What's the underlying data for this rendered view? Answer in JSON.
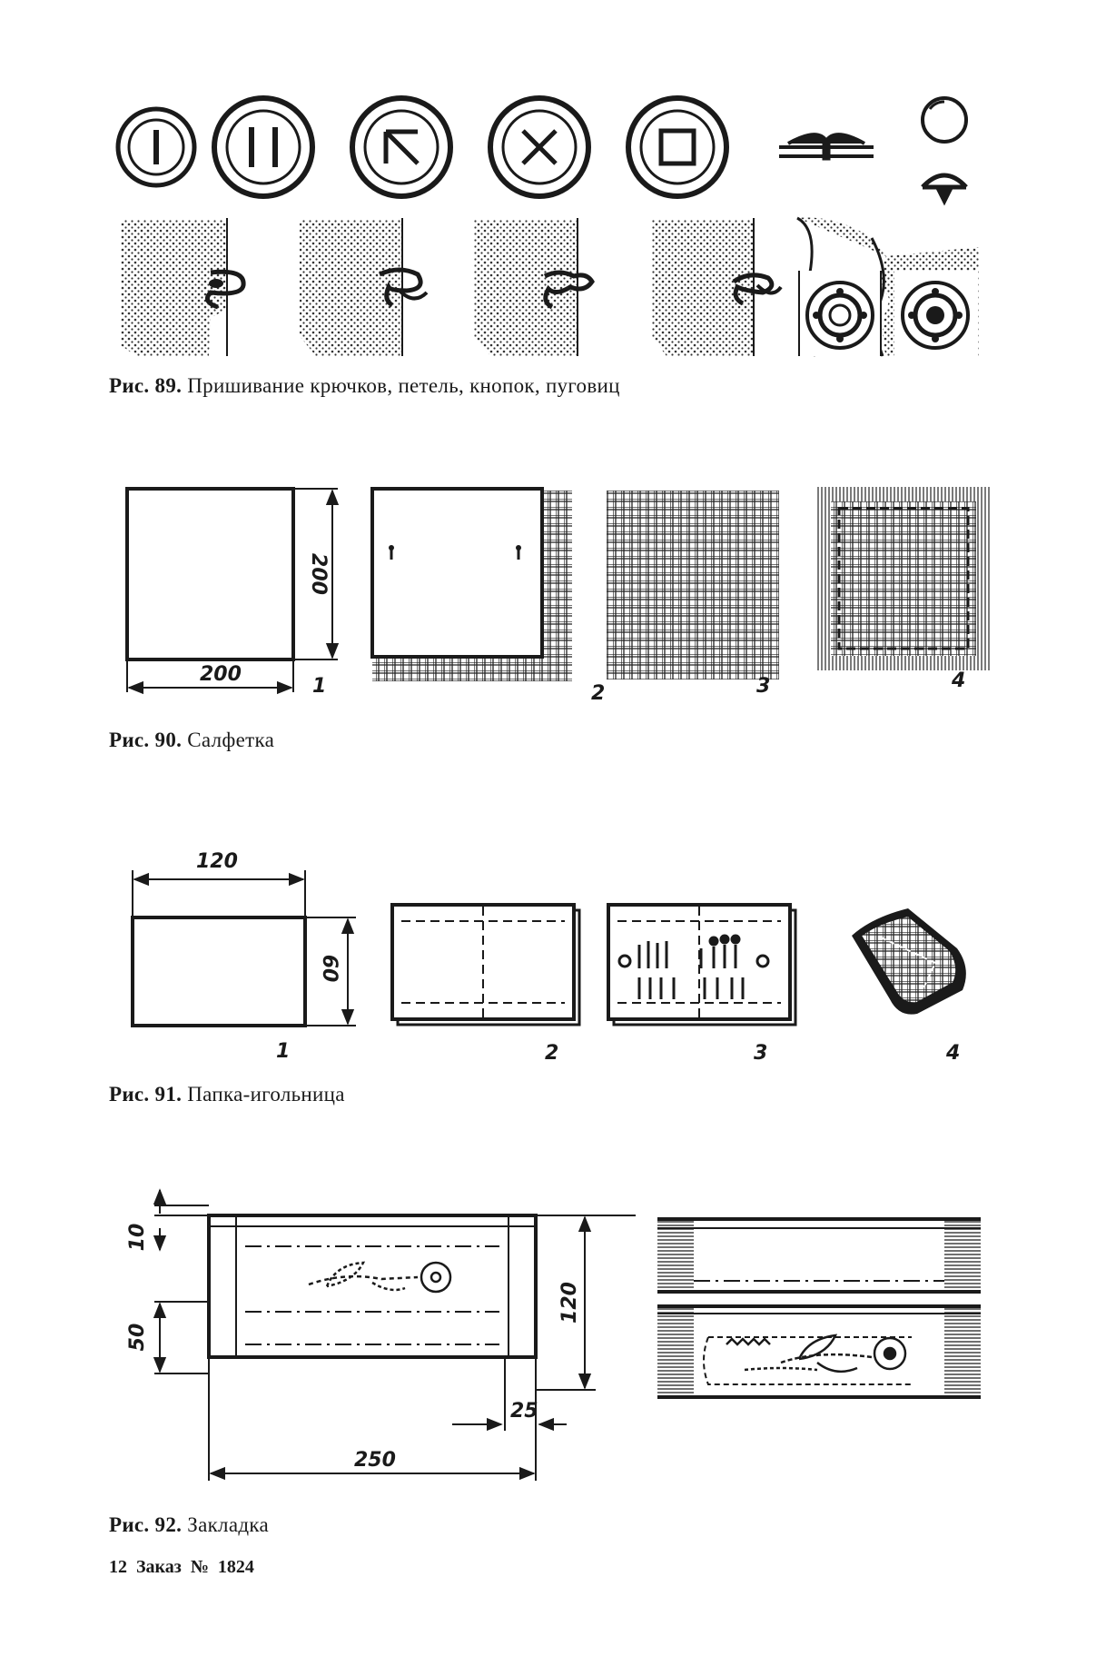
{
  "fig89": {
    "label": "Рис.",
    "number": "89.",
    "title": "Пришивание крючков, петель, кнопок, пуговиц"
  },
  "fig90": {
    "label": "Рис.",
    "number": "90.",
    "title": "Салфетка",
    "dim_width": "200",
    "dim_height": "200",
    "steps": [
      "1",
      "2",
      "3",
      "4"
    ]
  },
  "fig91": {
    "label": "Рис.",
    "number": "91.",
    "title": "Папка-игольница",
    "dim_width": "120",
    "dim_height": "60",
    "steps": [
      "1",
      "2",
      "3",
      "4"
    ]
  },
  "fig92": {
    "label": "Рис.",
    "number": "92.",
    "title": "Закладка",
    "dim_top": "10",
    "dim_middle": "50",
    "dim_height": "120",
    "dim_margin": "25",
    "dim_width": "250"
  },
  "footer": {
    "text": "12  Заказ  №  1824"
  }
}
